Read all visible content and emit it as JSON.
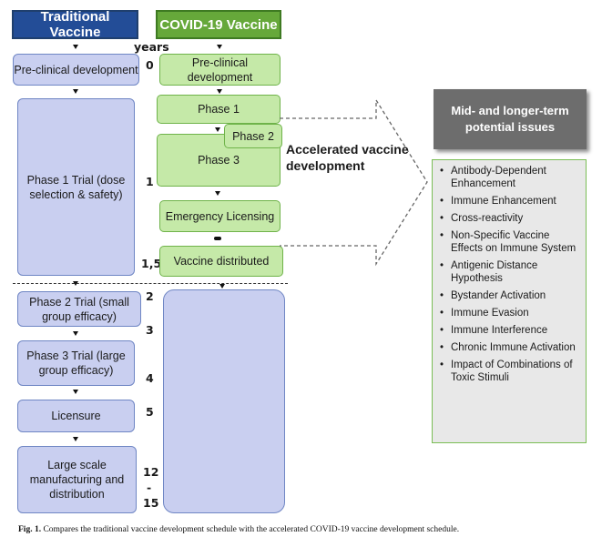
{
  "headers": {
    "traditional": "Traditional  Vaccine",
    "covid": "COVID-19 Vaccine"
  },
  "years_label": "years",
  "years": {
    "y0": "0",
    "y1": "1",
    "y15": "1,5",
    "y2": "2",
    "y3": "3",
    "y4": "4",
    "y5": "5",
    "y12": "12",
    "ydash": "-",
    "y15b": "15"
  },
  "traditional_steps": {
    "preclinical": "Pre-clinical development",
    "phase1": "Phase 1 Trial (dose selection & safety)",
    "phase2": "Phase 2 Trial (small group efficacy)",
    "phase3": "Phase 3 Trial (large group efficacy)",
    "licensure": "Licensure",
    "manufacturing": "Large scale manufacturing and distribution"
  },
  "covid_steps": {
    "preclinical": "Pre-clinical development",
    "phase1": "Phase 1",
    "phase2": "Phase 2",
    "phase3": "Phase 3",
    "emergency": "Emergency Licensing",
    "distributed": "Vaccine distributed"
  },
  "accelerated_label": "Accelerated vaccine development",
  "side": {
    "title": "Mid- and longer-term potential issues",
    "items": [
      "Antibody-Dependent Enhancement",
      "Immune Enhancement",
      "Cross-reactivity",
      "Non-Specific Vaccine Effects on Immune System",
      "Antigenic Distance Hypothesis",
      "Bystander Activation",
      "Immune Evasion",
      "Immune Interference",
      "Chronic Immune Activation",
      "Impact of Combinations of Toxic Stimuli"
    ]
  },
  "caption": {
    "label": "Fig. 1.",
    "text": "Compares the traditional vaccine development schedule with the accelerated COVID-19 vaccine development schedule."
  },
  "colors": {
    "traditional_header": "#234d97",
    "covid_header": "#66a83a",
    "blue_box": "#c9cff0",
    "green_box": "#c5e9a8",
    "side_title": "#6d6d6d",
    "side_panel": "#e8e8e8"
  }
}
